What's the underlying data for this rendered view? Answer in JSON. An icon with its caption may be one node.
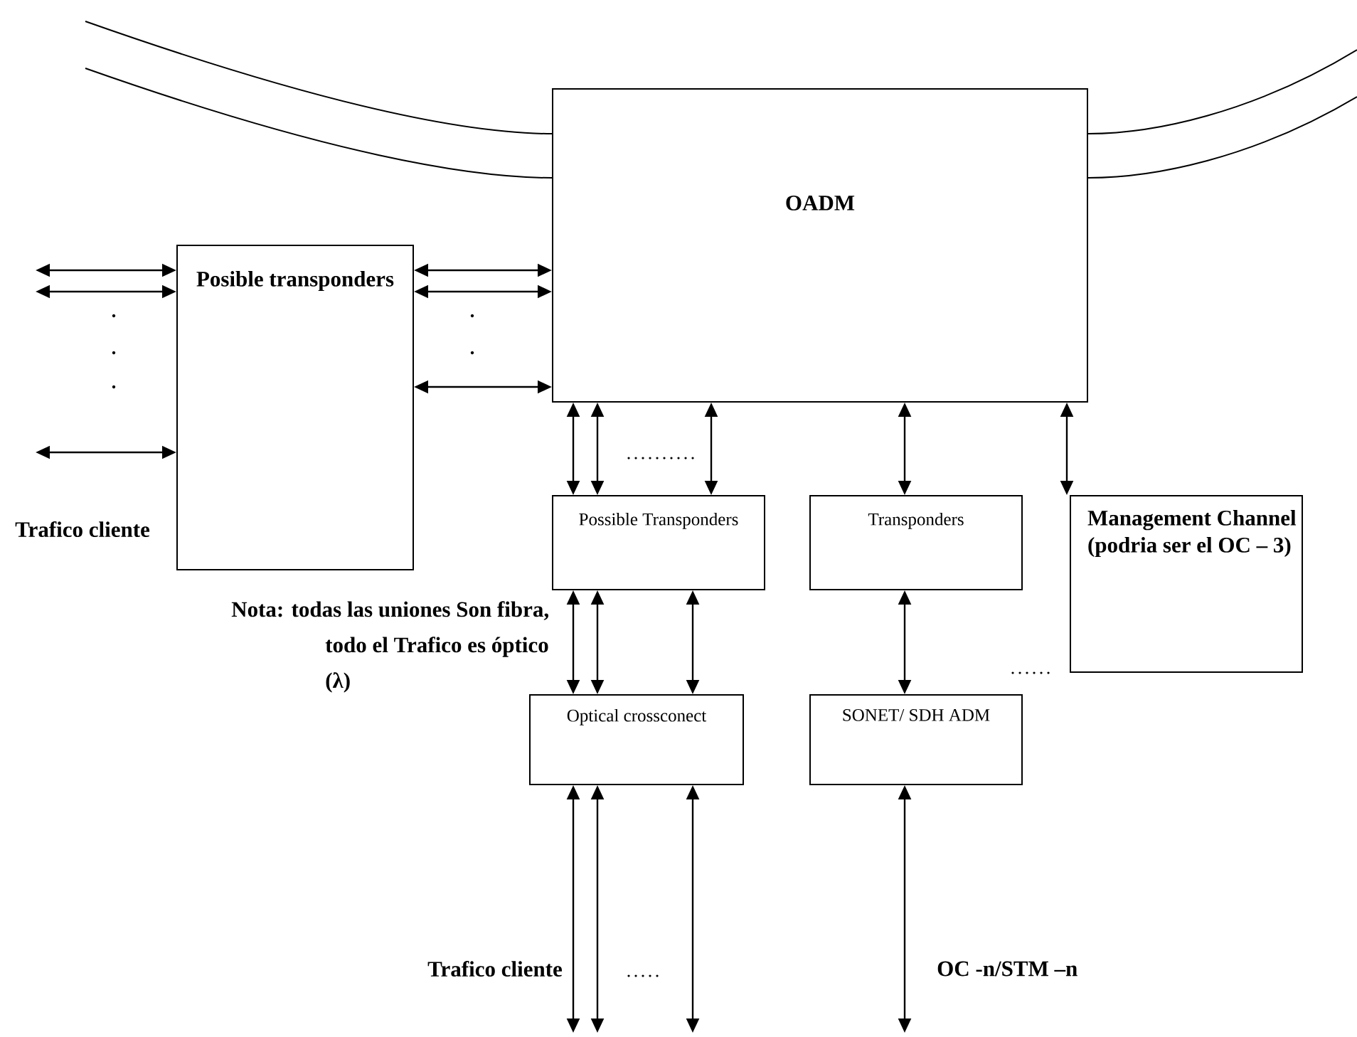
{
  "diagram": {
    "nodes": [
      {
        "text": [
          "OADM"
        ]
      },
      {
        "text": [
          "Posible transponders"
        ]
      },
      {
        "text": [
          "Possible Transponders"
        ]
      },
      {
        "text": [
          "Transponders"
        ]
      },
      {
        "text": [
          "Management Channel (podria ser el OC – 3)"
        ]
      },
      {
        "text": [
          "Optical crossconect"
        ]
      },
      {
        "text": [
          "SONET/ SDH ADM"
        ]
      }
    ],
    "edges": [
      {
        "from": null,
        "to": 1,
        "arrow": "both"
      },
      {
        "from": null,
        "to": 1,
        "arrow": "both"
      },
      {
        "from": null,
        "to": 1,
        "arrow": "both"
      },
      {
        "from": 1,
        "to": 0,
        "arrow": "both"
      },
      {
        "from": 1,
        "to": 0,
        "arrow": "both"
      },
      {
        "from": 1,
        "to": 0,
        "arrow": "both"
      },
      {
        "from": 0,
        "to": 2,
        "arrow": "both"
      },
      {
        "from": 0,
        "to": 2,
        "arrow": "both"
      },
      {
        "from": 0,
        "to": 2,
        "arrow": "both"
      },
      {
        "from": 0,
        "to": 3,
        "arrow": "both"
      },
      {
        "from": 0,
        "to": 4,
        "arrow": "both"
      },
      {
        "from": 2,
        "to": 5,
        "arrow": "both"
      },
      {
        "from": 2,
        "to": 5,
        "arrow": "both"
      },
      {
        "from": 2,
        "to": 5,
        "arrow": "both"
      },
      {
        "from": 3,
        "to": 6,
        "arrow": "both"
      },
      {
        "from": 5,
        "to": null,
        "arrow": "both"
      },
      {
        "from": 5,
        "to": null,
        "arrow": "both"
      },
      {
        "from": 5,
        "to": null,
        "arrow": "both"
      },
      {
        "from": 6,
        "to": null,
        "arrow": "both"
      },
      {
        "from": null,
        "to": 0,
        "arrow": "none"
      },
      {
        "from": null,
        "to": 0,
        "arrow": "none"
      },
      {
        "from": null,
        "to": 0,
        "arrow": "none"
      },
      {
        "from": null,
        "to": 0,
        "arrow": "none"
      }
    ],
    "labels": [
      "Trafico cliente",
      "Nota: todas las uniones Son fibra, todo el Trafico es óptico (λ)",
      "Trafico cliente",
      "OC -n/STM –n"
    ]
  }
}
